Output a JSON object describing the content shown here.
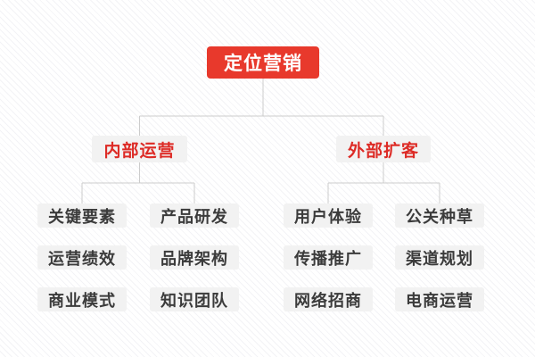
{
  "root": {
    "label": "定位营销"
  },
  "branches": [
    {
      "label": "内部运营",
      "children": [
        {
          "label": "关键要素"
        },
        {
          "label": "产品研发"
        },
        {
          "label": "运营绩效"
        },
        {
          "label": "品牌架构"
        },
        {
          "label": "商业模式"
        },
        {
          "label": "知识团队"
        }
      ]
    },
    {
      "label": "外部扩客",
      "children": [
        {
          "label": "用户体验"
        },
        {
          "label": "公关种草"
        },
        {
          "label": "传播推广"
        },
        {
          "label": "渠道规划"
        },
        {
          "label": "网络招商"
        },
        {
          "label": "电商运营"
        }
      ]
    }
  ],
  "colors": {
    "accent_red": "#e8392c",
    "branch_text_red": "#dd2b26",
    "node_bg": "#f2f2f2",
    "node_text": "#3b3b3b",
    "connector_line": "#cccccc",
    "background_stripe": "#f3f3f6"
  }
}
